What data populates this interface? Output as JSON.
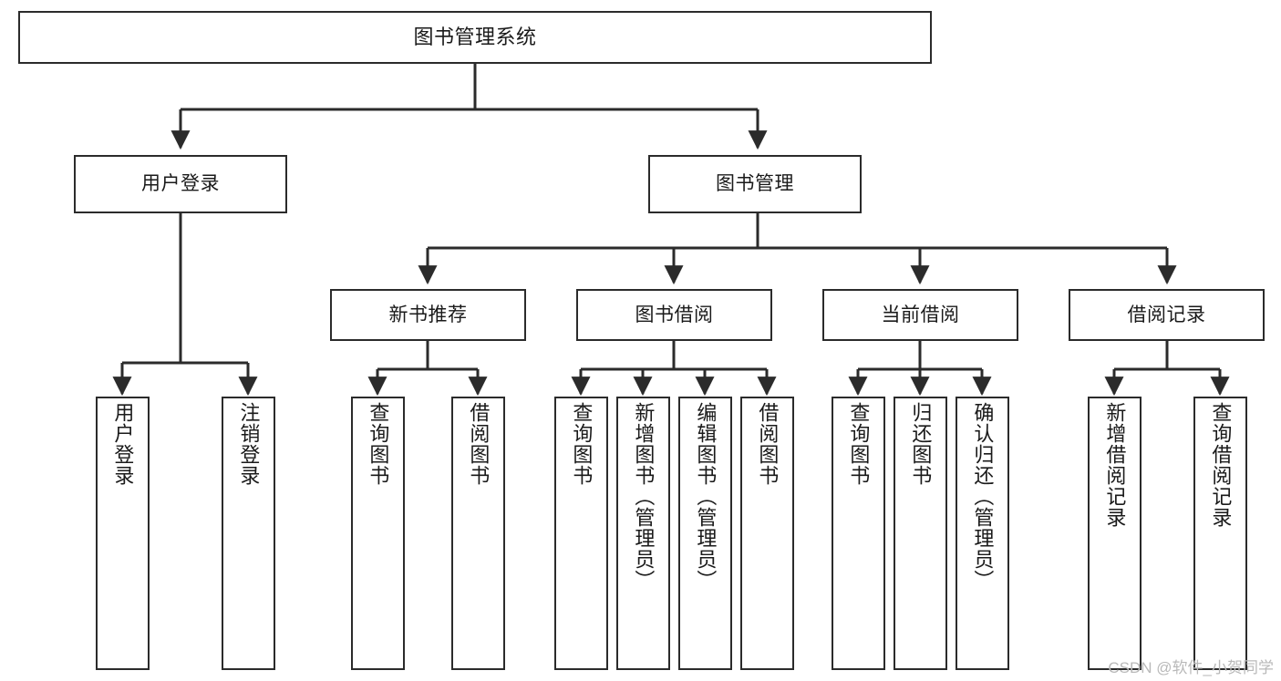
{
  "diagram": {
    "kind": "tree-structure-chart",
    "title": "图书管理系统",
    "colors": {
      "box_border": "#2b2b2b",
      "box_fill": "#ffffff",
      "edge": "#2b2b2b",
      "text": "#1a1a1a",
      "watermark": "#b9b9b9",
      "background": "#ffffff"
    }
  },
  "nodes": {
    "root": {
      "label": "图书管理系统"
    },
    "level2": [
      {
        "id": "user-login",
        "label": "用户登录"
      },
      {
        "id": "book-management",
        "label": "图书管理"
      }
    ],
    "level3": [
      {
        "id": "new-book-recommend",
        "label": "新书推荐"
      },
      {
        "id": "book-borrow",
        "label": "图书借阅"
      },
      {
        "id": "current-borrow",
        "label": "当前借阅"
      },
      {
        "id": "borrow-record",
        "label": "借阅记录"
      }
    ],
    "leaves": [
      {
        "id": "leaf-user-login",
        "label": "用户登录"
      },
      {
        "id": "leaf-logout-login",
        "label": "注销登录"
      },
      {
        "id": "leaf-query-book-1",
        "label": "查询图书"
      },
      {
        "id": "leaf-borrow-book-1",
        "label": "借阅图书"
      },
      {
        "id": "leaf-query-book-2",
        "label": "查询图书"
      },
      {
        "id": "leaf-add-book",
        "label": "新增图书（管理员）"
      },
      {
        "id": "leaf-edit-book",
        "label": "编辑图书（管理员）"
      },
      {
        "id": "leaf-borrow-book-2",
        "label": "借阅图书"
      },
      {
        "id": "leaf-query-book-3",
        "label": "查询图书"
      },
      {
        "id": "leaf-return-book",
        "label": "归还图书"
      },
      {
        "id": "leaf-confirm-return",
        "label": "确认归还（管理员）"
      },
      {
        "id": "leaf-add-record",
        "label": "新增借阅记录"
      },
      {
        "id": "leaf-query-record",
        "label": "查询借阅记录"
      }
    ]
  },
  "watermark": {
    "text": "CSDN @软件_小贺同学"
  }
}
